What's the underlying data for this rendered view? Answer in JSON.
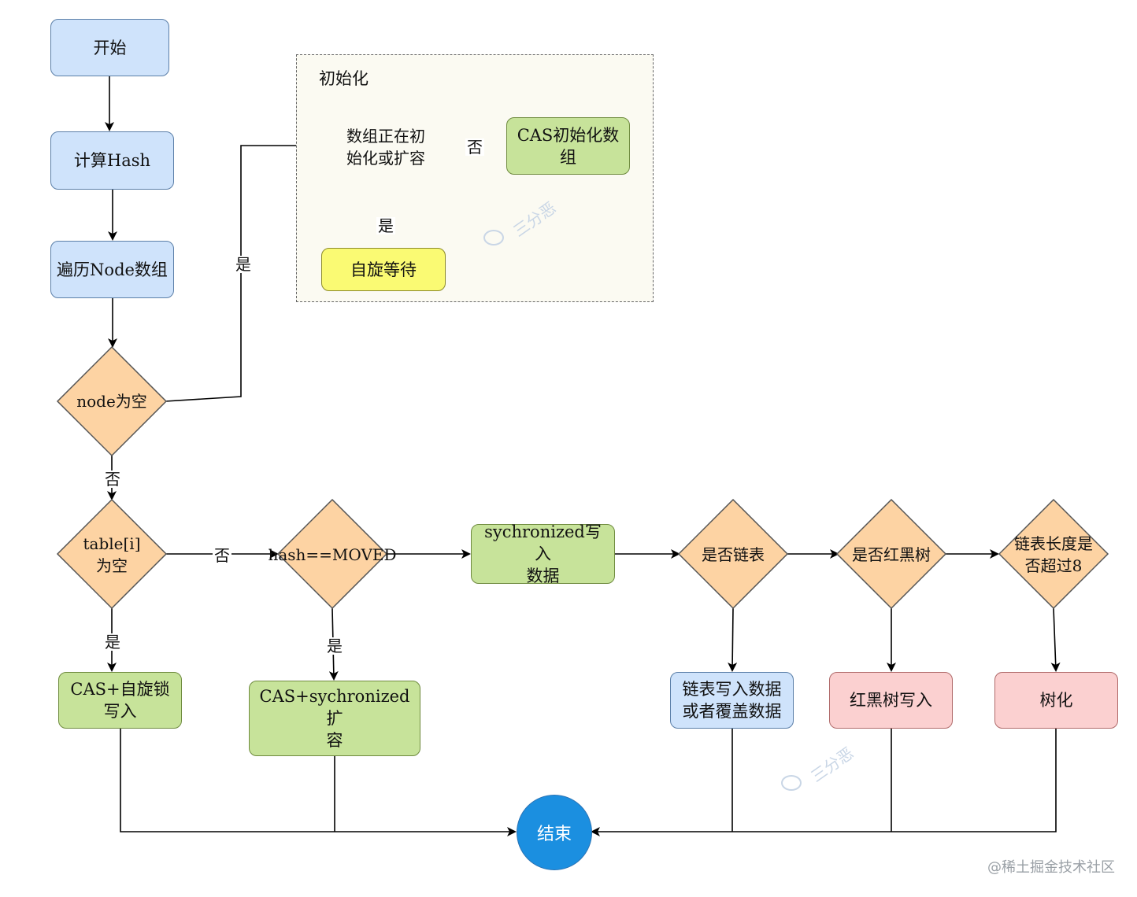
{
  "nodes": {
    "start": "开始",
    "calc_hash": "计算Hash",
    "iterate_node": "遍历Node数组",
    "node_empty": "node为空",
    "array_initializing": "数组正在初\n始化或扩容",
    "cas_init_array": "CAS初始化数\n组",
    "spin_wait": "自旋等待",
    "table_i_empty": "table[i]\n为空",
    "hash_moved": "hash==MOVED",
    "sync_write": "sychronized写入\n数据",
    "is_linked_list": "是否链表",
    "is_rb_tree": "是否红黑树",
    "list_len_over8": "链表长度是\n否超过8",
    "cas_spinlock_write": "CAS+自旋锁\n写入",
    "cas_sync_resize": "CAS+sychronized扩\n容",
    "list_write_or_overwrite": "链表写入数据\n或者覆盖数据",
    "rb_tree_write": "红黑树写入",
    "treeify": "树化",
    "end": "结束"
  },
  "group": {
    "title": "初始化"
  },
  "edge_labels": {
    "node_empty_yes": "是",
    "node_empty_no": "否",
    "init_no": "否",
    "init_yes": "是",
    "table_empty_no": "否",
    "table_empty_yes": "是",
    "moved_yes": "是"
  },
  "watermark": {
    "text": "三分恶"
  },
  "footer": {
    "credit": "@稀土掘金技术社区"
  },
  "colors": {
    "start_fill": "#cfe3fb",
    "decision_fill": "#fdd3a3",
    "process_fill": "#c7e39a",
    "wait_fill": "#fafa73",
    "tree_fill": "#fbd0d0",
    "end_fill": "#1b8fe0"
  }
}
